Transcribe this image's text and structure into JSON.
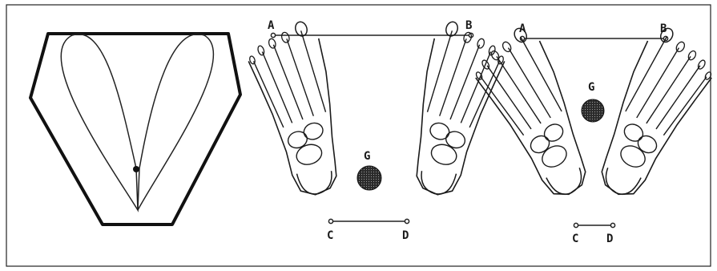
{
  "panel_middle": {
    "label_a": "A",
    "label_b": "B",
    "label_g": "G",
    "label_c": "C",
    "label_d": "D"
  },
  "panel_right": {
    "label_a": "A",
    "label_b": "B",
    "label_g": "G",
    "label_c": "C",
    "label_d": "D"
  }
}
